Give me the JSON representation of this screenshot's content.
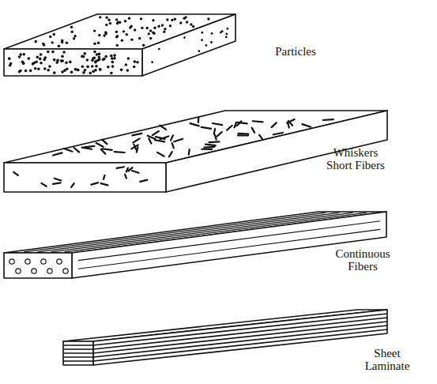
{
  "diagram": {
    "labels": [
      "Particles",
      "Whiskers Short Fibers",
      "Continuous Fibers",
      "Sheet Laminate"
    ]
  }
}
